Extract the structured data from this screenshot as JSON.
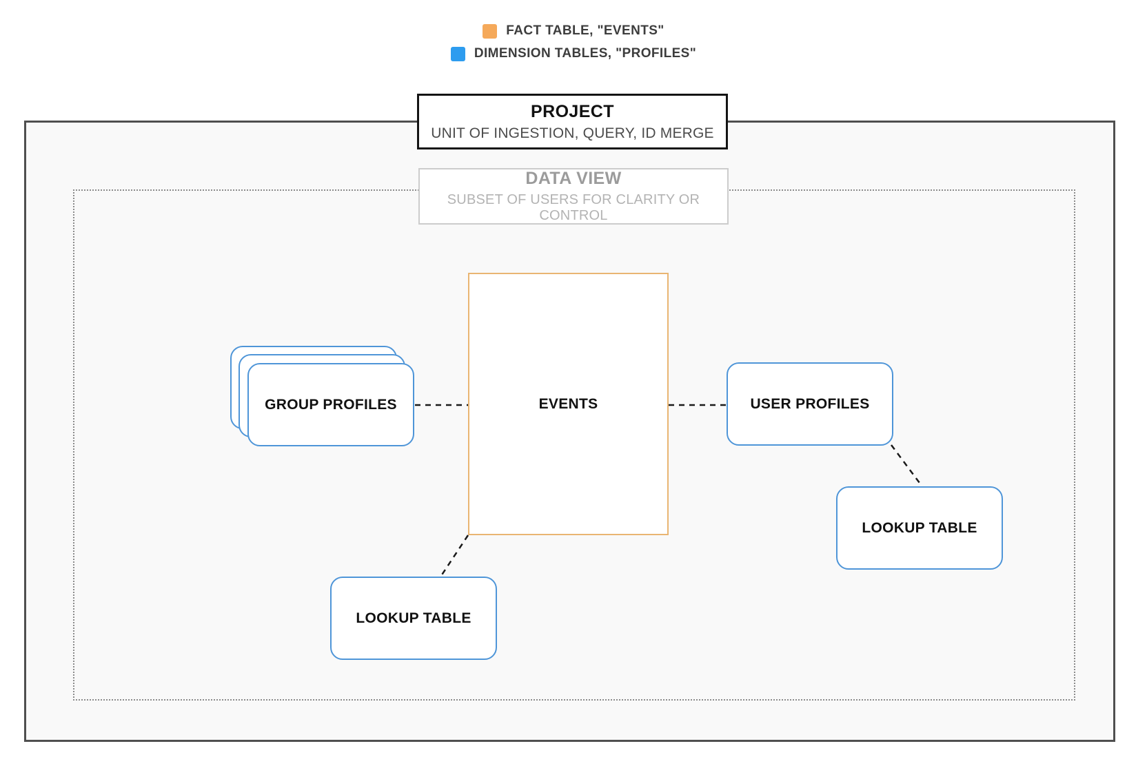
{
  "legend": {
    "items": [
      {
        "name": "fact-table",
        "label": "FACT TABLE, \"EVENTS\"",
        "color": "#F5A95A"
      },
      {
        "name": "dimension-tables",
        "label": "DIMENSION TABLES, \"PROFILES\"",
        "color": "#2D9CEF"
      }
    ]
  },
  "project": {
    "title": "PROJECT",
    "subtitle": "UNIT OF INGESTION, QUERY, ID MERGE"
  },
  "data_view": {
    "title": "DATA VIEW",
    "subtitle": "SUBSET OF USERS FOR CLARITY OR CONTROL"
  },
  "nodes": {
    "events": {
      "label": "EVENTS",
      "type": "fact"
    },
    "group_profiles": {
      "label": "GROUP PROFILES",
      "type": "dimension",
      "stacked": true
    },
    "user_profiles": {
      "label": "USER PROFILES",
      "type": "dimension"
    },
    "lookup_table_right": {
      "label": "LOOKUP TABLE",
      "type": "dimension"
    },
    "lookup_table_bottom": {
      "label": "LOOKUP TABLE",
      "type": "dimension"
    }
  },
  "edges": [
    {
      "from": "group_profiles",
      "to": "events",
      "style": "dashed"
    },
    {
      "from": "events",
      "to": "user_profiles",
      "style": "dashed"
    },
    {
      "from": "user_profiles",
      "to": "lookup_table_right",
      "style": "dashed"
    },
    {
      "from": "events",
      "to": "lookup_table_bottom",
      "style": "dashed"
    }
  ],
  "colors": {
    "fact_accent": "#F5A95A",
    "fact_border": "#E9B572",
    "dimension_accent": "#2D9CEF",
    "dimension_border": "#4E95D8",
    "outer_border": "#4f4f4f",
    "inner_dotted_border": "#8a8a8a",
    "container_fill": "#f9f9f9",
    "connector": "#1a1a1a"
  }
}
